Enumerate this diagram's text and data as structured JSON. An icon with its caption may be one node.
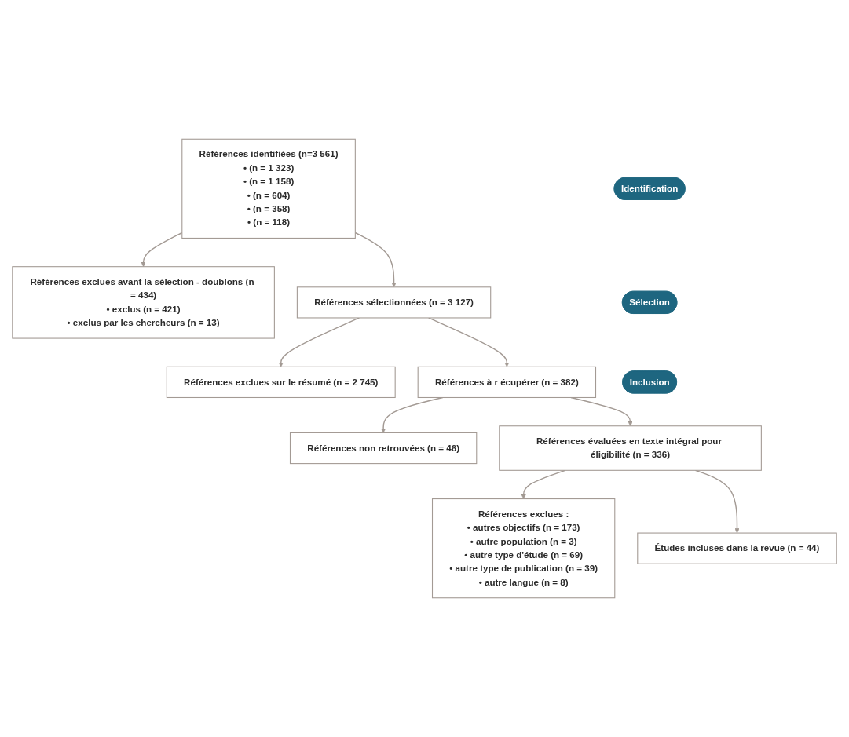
{
  "diagram": {
    "nodes": [
      {
        "text": [
          "Identification"
        ]
      },
      {
        "text": [
          "Références identifiées (n=3 561)",
          "• (n = 1 323)",
          "• (n = 1 158)",
          "• (n = 604)",
          "• (n = 358)",
          "• (n = 118)"
        ]
      },
      {
        "text": [
          "Références exclues avant la sélection - doublons (n = 434)",
          "• exclus (n = 421)",
          "• exclus par les chercheurs (n = 13)"
        ]
      },
      {
        "text": [
          "Sélection"
        ]
      },
      {
        "text": [
          "Références sélectionnées (n = 3 127)"
        ]
      },
      {
        "text": [
          "Références exclues sur le résumé (n = 2 745)"
        ]
      },
      {
        "text": [
          "Références à r écupérer (n = 382)"
        ]
      },
      {
        "text": [
          "Références non retrouvées (n = 46)"
        ]
      },
      {
        "text": [
          "Références évaluées en texte intégral pour éligibilité (n = 336)"
        ]
      },
      {
        "text": [
          "Références exclues :",
          "• autres objectifs (n = 173)",
          "• autre population (n = 3)",
          "• autre type d'étude (n = 69)",
          "• autre type de publication (n = 39)",
          "• autre langue (n = 8)"
        ]
      },
      {
        "text": [
          "Inclusion"
        ]
      },
      {
        "text": [
          "Études incluses dans la revue (n = 44)"
        ]
      }
    ],
    "edges": [
      {
        "from": 1,
        "to": 2,
        "arrow": "to"
      },
      {
        "from": 1,
        "to": 4,
        "arrow": "to"
      },
      {
        "from": 4,
        "to": 5,
        "arrow": "to"
      },
      {
        "from": 4,
        "to": 6,
        "arrow": "to"
      },
      {
        "from": 6,
        "to": 7,
        "arrow": "to"
      },
      {
        "from": 6,
        "to": 8,
        "arrow": "to"
      },
      {
        "from": 8,
        "to": 9,
        "arrow": "to"
      },
      {
        "from": 8,
        "to": 11,
        "arrow": "to"
      }
    ]
  }
}
